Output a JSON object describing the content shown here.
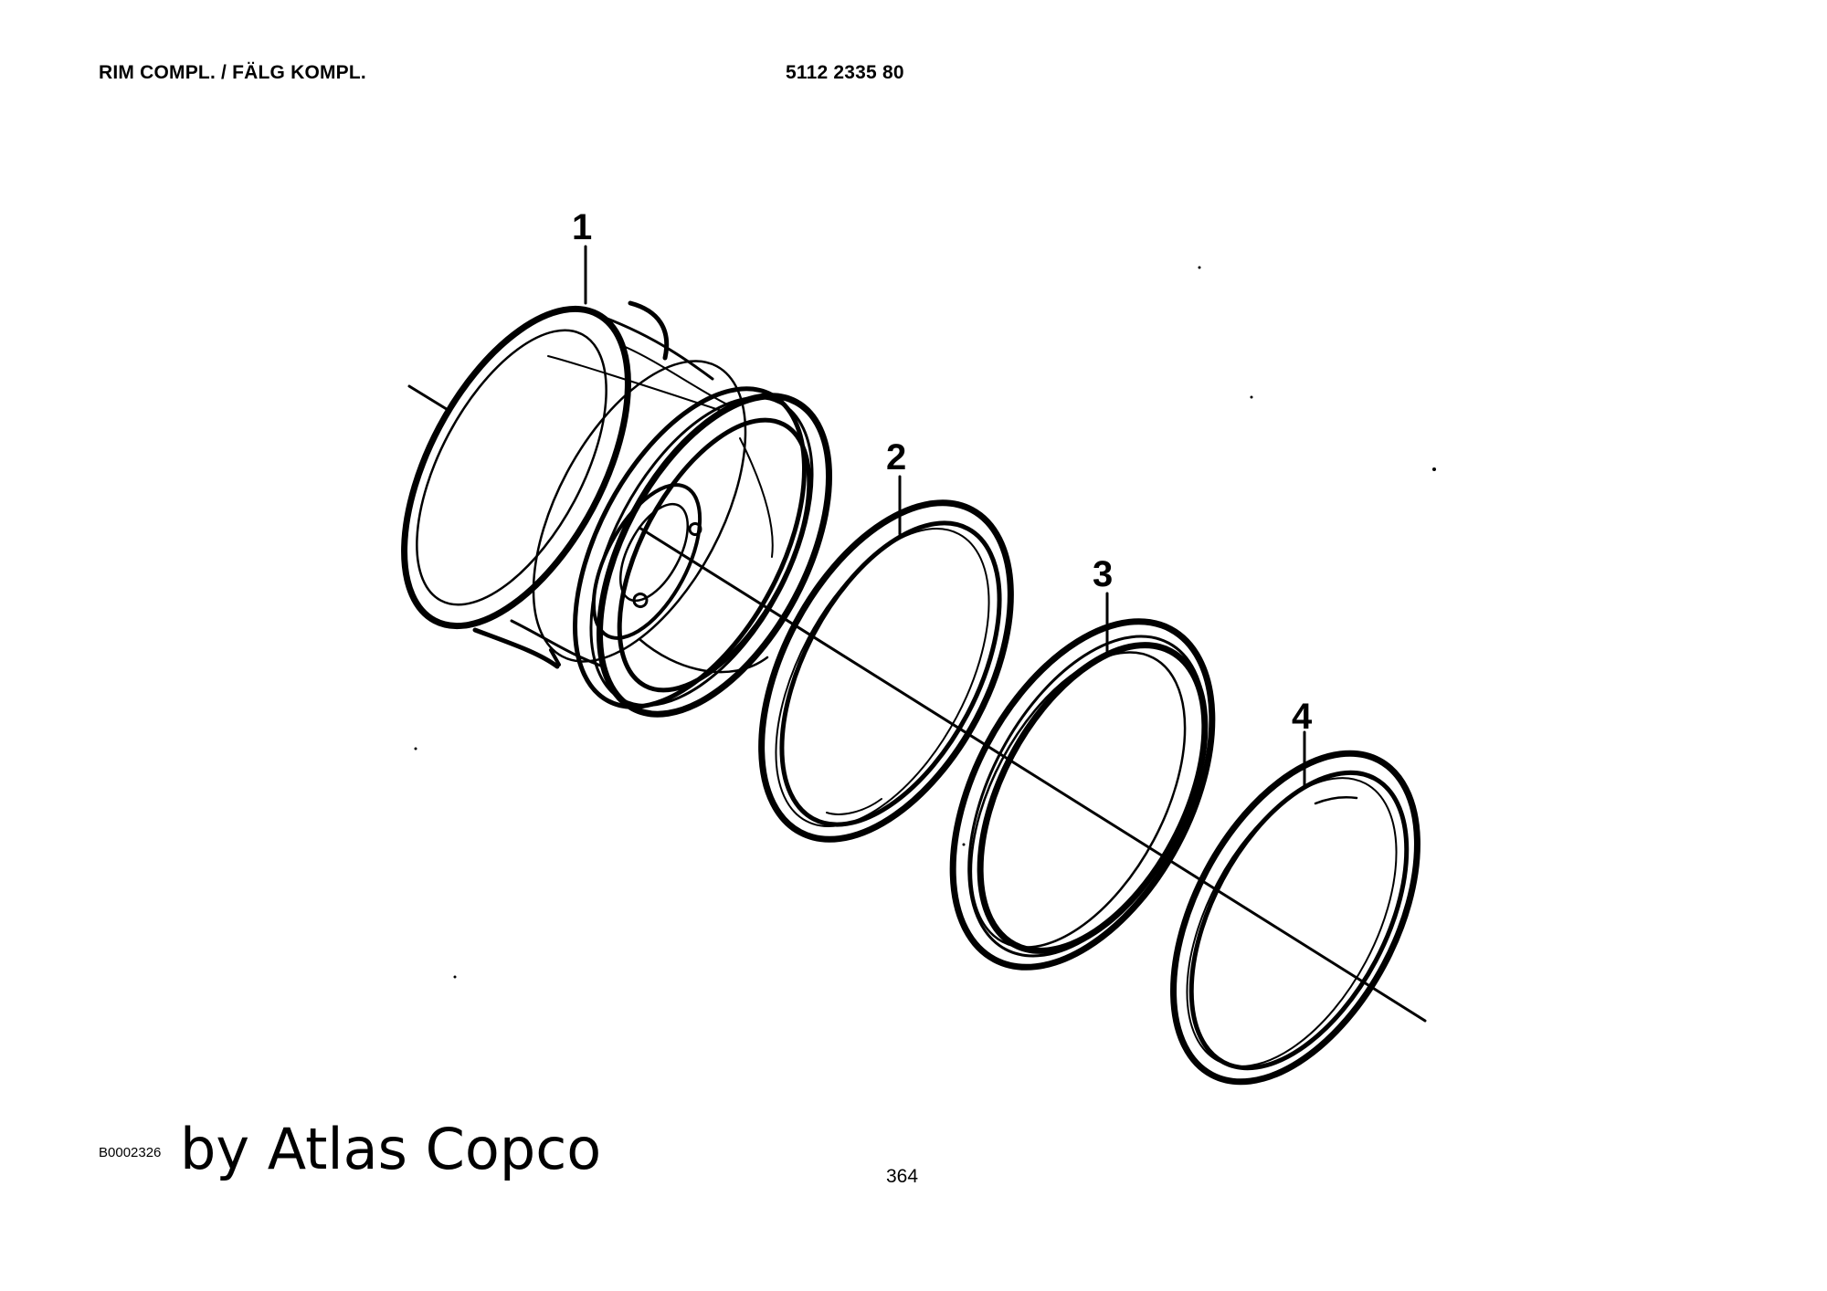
{
  "header": {
    "title": "RIM COMPL. / FÄLG KOMPL.",
    "part_number": "5112 2335 80"
  },
  "callouts": [
    "1",
    "2",
    "3",
    "4"
  ],
  "footer": {
    "figure_code": "B0002326",
    "brand": "by Atlas Copco",
    "page_number": "364"
  }
}
